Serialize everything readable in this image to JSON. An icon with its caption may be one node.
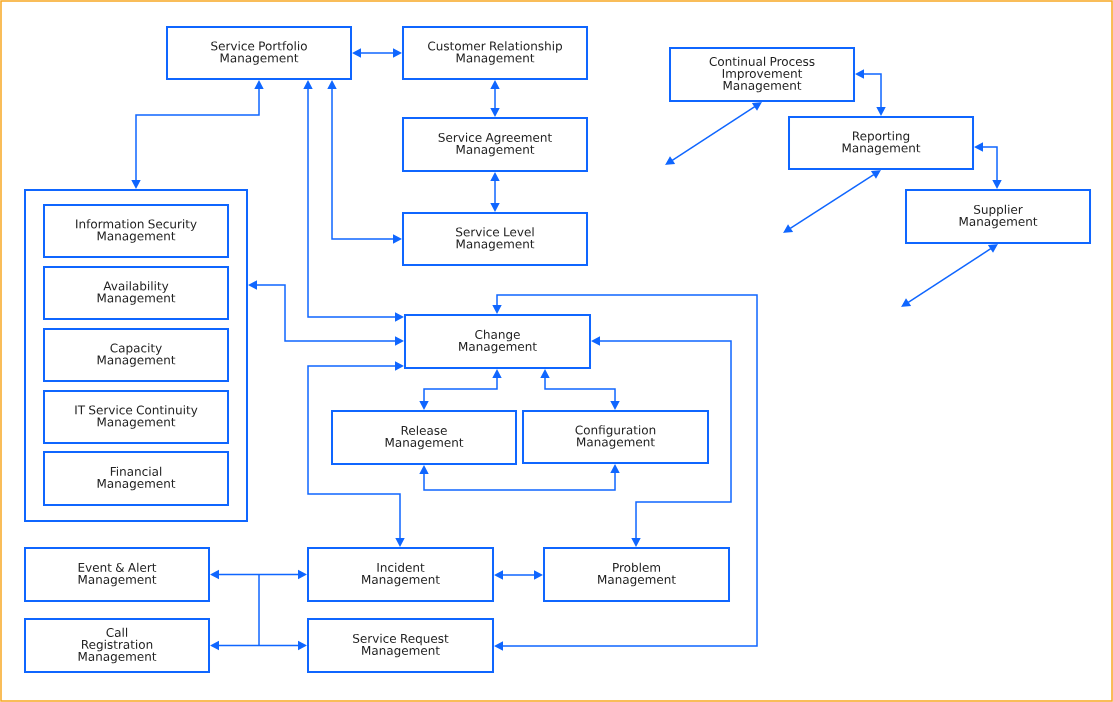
{
  "diagram": {
    "nodes": [
      {
        "text": [
          "Service Portfolio Management"
        ]
      },
      {
        "text": [
          "Customer Relationship Management"
        ]
      },
      {
        "text": [
          "Service Agreement Management"
        ]
      },
      {
        "text": [
          "Service Level Management"
        ]
      },
      {
        "text": [
          "Continual Process Improvement Management"
        ]
      },
      {
        "text": [
          "Reporting Management"
        ]
      },
      {
        "text": [
          "Supplier Management"
        ]
      },
      {
        "text": [],
        "shape": "box"
      },
      {
        "text": [
          "Information Security Management"
        ],
        "in": 7
      },
      {
        "text": [
          "Availability Management"
        ],
        "in": 7
      },
      {
        "text": [
          "Capacity Management"
        ],
        "in": 7
      },
      {
        "text": [
          "IT Service Continuity Management"
        ],
        "in": 7
      },
      {
        "text": [
          "Financial Management"
        ],
        "in": 7
      },
      {
        "text": [
          "Change Management"
        ]
      },
      {
        "text": [
          "Release Management"
        ]
      },
      {
        "text": [
          "Configuration Management"
        ]
      },
      {
        "text": [
          "Event & Alert Management"
        ]
      },
      {
        "text": [
          "Call Registration Management"
        ]
      },
      {
        "text": [
          "Incident Management"
        ]
      },
      {
        "text": [
          "Problem Management"
        ]
      },
      {
        "text": [
          "Service Request Management"
        ]
      }
    ],
    "edges": [
      {
        "from": 0,
        "to": 1,
        "arrow": "both"
      },
      {
        "from": 1,
        "to": 2,
        "arrow": "both"
      },
      {
        "from": 2,
        "to": 3,
        "arrow": "both"
      },
      {
        "from": 0,
        "to": 7,
        "arrow": "both"
      },
      {
        "from": 0,
        "to": 13,
        "arrow": "both"
      },
      {
        "from": 0,
        "to": 3,
        "arrow": "both"
      },
      {
        "from": 7,
        "to": 13,
        "arrow": "both"
      },
      {
        "from": 13,
        "to": 14,
        "arrow": "both"
      },
      {
        "from": 13,
        "to": 15,
        "arrow": "both"
      },
      {
        "from": 14,
        "to": 15,
        "arrow": "both"
      },
      {
        "from": 18,
        "to": 13,
        "arrow": "both"
      },
      {
        "from": 19,
        "to": 13,
        "arrow": "both"
      },
      {
        "from": 20,
        "to": 13,
        "arrow": "both"
      },
      {
        "from": 18,
        "to": 19,
        "arrow": "both"
      },
      {
        "from": 16,
        "to": 18,
        "arrow": "both"
      },
      {
        "from": 16,
        "to": 20,
        "arrow": "both"
      },
      {
        "from": 17,
        "to": 18,
        "arrow": "both"
      },
      {
        "from": 17,
        "to": 20,
        "arrow": "both"
      },
      {
        "from": 4,
        "to": 5,
        "arrow": "both"
      },
      {
        "from": 5,
        "to": 6,
        "arrow": "both"
      },
      {
        "from": 4,
        "to": null,
        "arrow": "both"
      },
      {
        "from": 5,
        "to": null,
        "arrow": "both"
      },
      {
        "from": 6,
        "to": null,
        "arrow": "both"
      }
    ]
  }
}
